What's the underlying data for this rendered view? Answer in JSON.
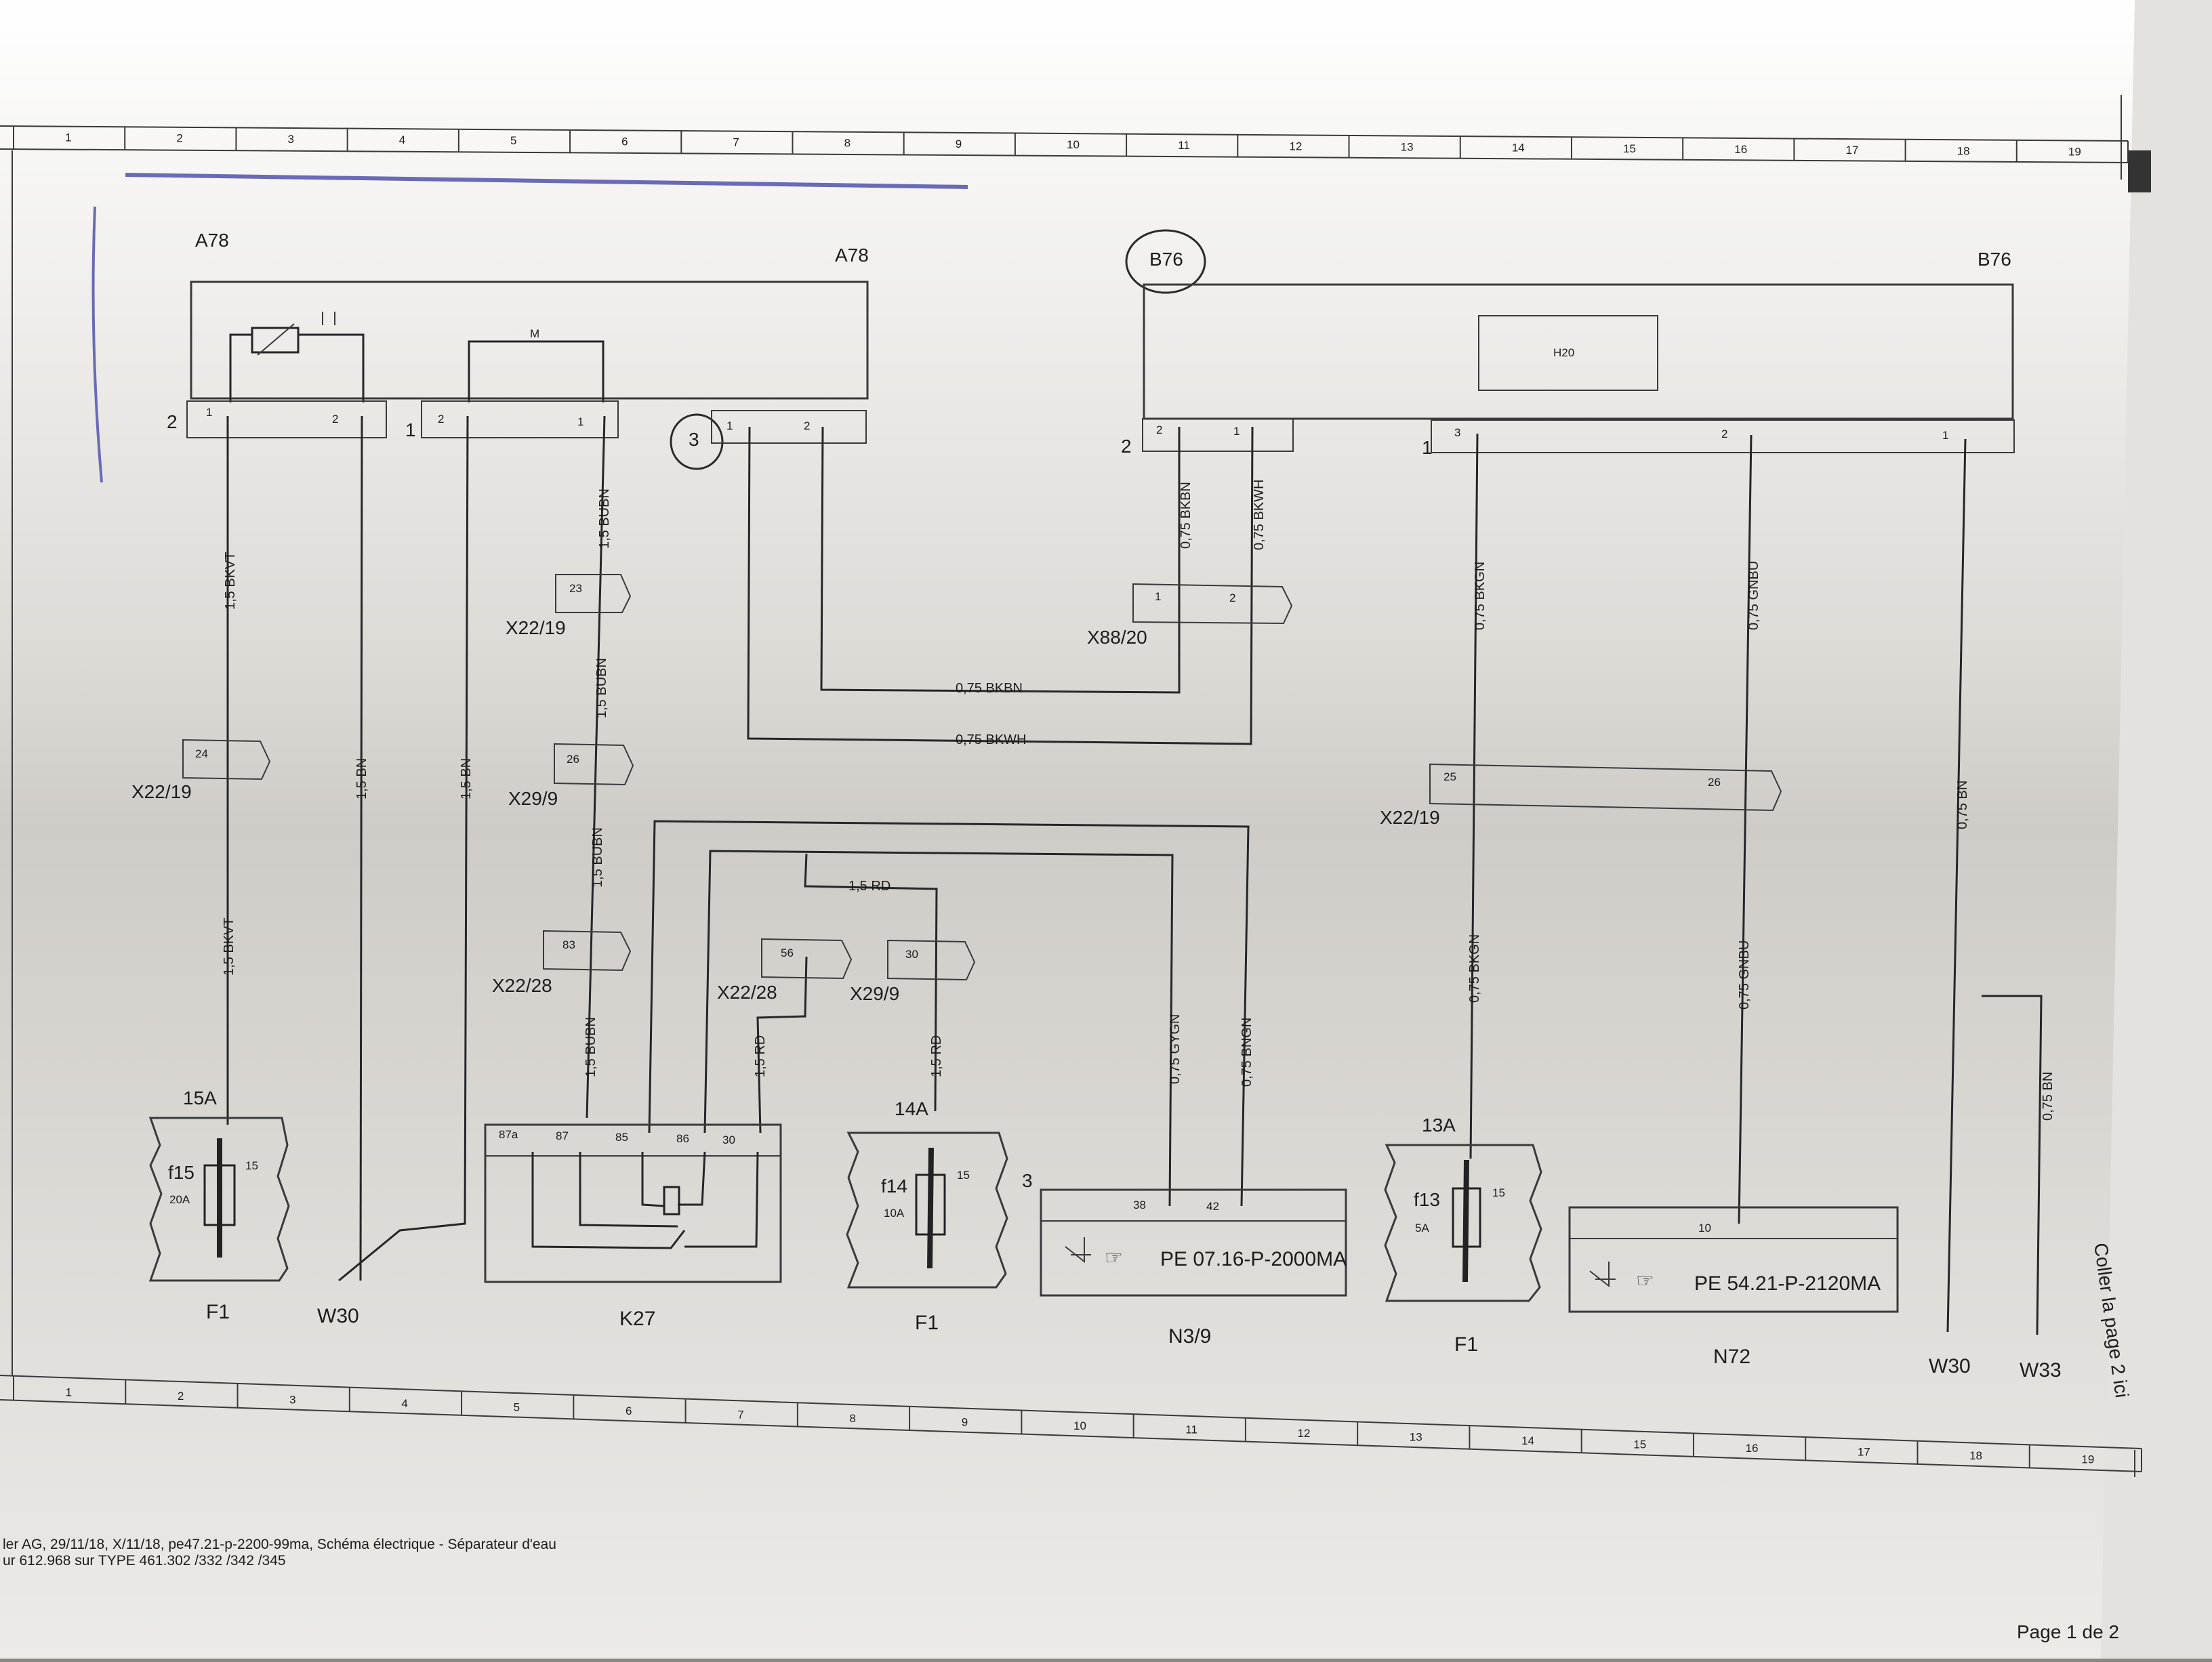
{
  "ruler_numbers": [
    "1",
    "2",
    "3",
    "4",
    "5",
    "6",
    "7",
    "8",
    "9",
    "10",
    "11",
    "12",
    "13",
    "14",
    "15",
    "16",
    "17",
    "18",
    "19"
  ],
  "components": {
    "a78_left": "A78",
    "a78_right": "A78",
    "b76_left": "B76",
    "b76_right": "B76",
    "h20": "H20",
    "motor": "M",
    "k27": "K27",
    "n3_9": "N3/9",
    "n72": "N72",
    "f1_a": "F1",
    "f1_b": "F1",
    "f1_c": "F1",
    "w30_a": "W30",
    "w30_b": "W30",
    "w33": "W33"
  },
  "connectors": {
    "x22_19_a": "X22/19",
    "x22_19_b": "X22/19",
    "x22_19_c": "X22/19",
    "x29_9_a": "X29/9",
    "x29_9_b": "X29/9",
    "x22_28_a": "X22/28",
    "x22_28_b": "X22/28",
    "x88_20": "X88/20"
  },
  "wires": {
    "bkvt_1": "1,5 BKVT",
    "bkvt_2": "1,5 BKVT",
    "bn_1": "1,5 BN",
    "bn_2": "1,5 BN",
    "bubn_1": "1,5 BUBN",
    "bubn_2": "1,5 BUBN",
    "bubn_3": "1,5 BUBN",
    "bubn_4": "1,5 BUBN",
    "rd_1": "1,5 RD",
    "rd_2": "1,5 RD",
    "rd_3": "1,5 RD",
    "bkbn_v": "0,75 BKBN",
    "bkwh_v": "0,75 BKWH",
    "bkbn_h": "0,75 BKBN",
    "bkwh_h": "0,75 BKWH",
    "gygn": "0,75 GYGN",
    "bngn": "0,75 BNGN",
    "bkgn_1": "0,75 BKGN",
    "bkgn_2": "0,75 BKGN",
    "gnbu_1": "0,75 GNBU",
    "gnbu_2": "0,75 GNBU",
    "bn075_1": "0,75 BN",
    "bn075_2": "0,75 BN"
  },
  "pins": {
    "a78_p1": "1",
    "a78_p2": "2",
    "a78_p2b": "2",
    "a78_p1b": "1",
    "a78_p1c": "1",
    "a78_p2c": "2",
    "side_2": "2",
    "side_1": "1",
    "side_2b": "2",
    "side_1b": "1",
    "side_3": "3",
    "side_3b": "3",
    "b76_p2": "2",
    "b76_p1": "1",
    "b76_p3": "3",
    "b76_p2b": "2",
    "b76_p1b": "1",
    "c23": "23",
    "c24": "24",
    "c26": "26",
    "c83": "83",
    "c56": "56",
    "c30": "30",
    "c25": "25",
    "c26b": "26",
    "c1": "1",
    "c2": "2",
    "k87a": "87a",
    "k87": "87",
    "k85": "85",
    "k86": "86",
    "k30": "30",
    "n38": "38",
    "n42": "42",
    "n10": "10",
    "f15_p": "15",
    "f14_p": "15",
    "f13_p": "15"
  },
  "fuses": {
    "f15_amp": "15A",
    "f15": "f15",
    "f15_rating": "20A",
    "f14_amp": "14A",
    "f14": "f14",
    "f14_rating": "10A",
    "f13_amp": "13A",
    "f13": "f13",
    "f13_rating": "5A"
  },
  "refs": {
    "n3_9_ref": "PE 07.16-P-2000MA",
    "n72_ref": "PE 54.21-P-2120MA"
  },
  "footer": {
    "line1": "ler AG, 29/11/18, X/11/18, pe47.21-p-2200-99ma, Schéma électrique - Séparateur d'eau",
    "line2": "ur 612.968 sur TYPE 461.302 /332 /342 /345",
    "page": "Page 1 de 2",
    "side_note": "Coller la page 2 ici"
  },
  "colors": {
    "paper": "#f2f1ee",
    "ink": "#262626",
    "pen": "#6a6ab8"
  }
}
